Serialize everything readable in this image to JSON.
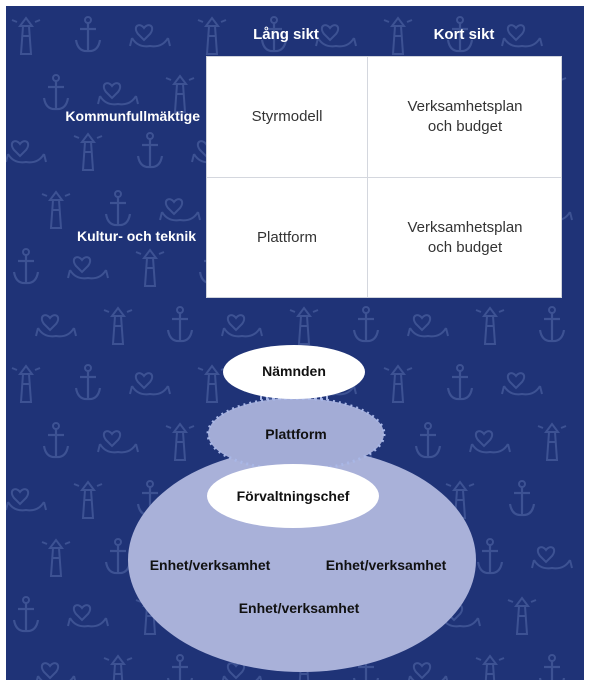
{
  "table": {
    "col_headers": [
      "Lång sikt",
      "Kort sikt"
    ],
    "row_headers": [
      "Kommunfullmäktige",
      "Kultur- och teknik"
    ],
    "cells": [
      [
        "Styrmodell",
        "Verksamhetsplan\noch budget"
      ],
      [
        "Plattform",
        "Verksamhetsplan\noch budget"
      ]
    ]
  },
  "diagram": {
    "top": "Nämnden",
    "middle": "Plattform",
    "chief": "Förvaltningschef",
    "units": [
      "Enhet/verksamhet",
      "Enhet/verksamhet",
      "Enhet/verksamhet"
    ]
  },
  "colors": {
    "background": "#1f3377",
    "pattern": "#3d5293",
    "large_ellipse": "#a9b1d9",
    "platform_ellipse": "#a3acd6",
    "dots": "#a9b7e6"
  },
  "background_icons": [
    "lighthouse-icon",
    "anchor-icon",
    "heart-hands-icon"
  ]
}
